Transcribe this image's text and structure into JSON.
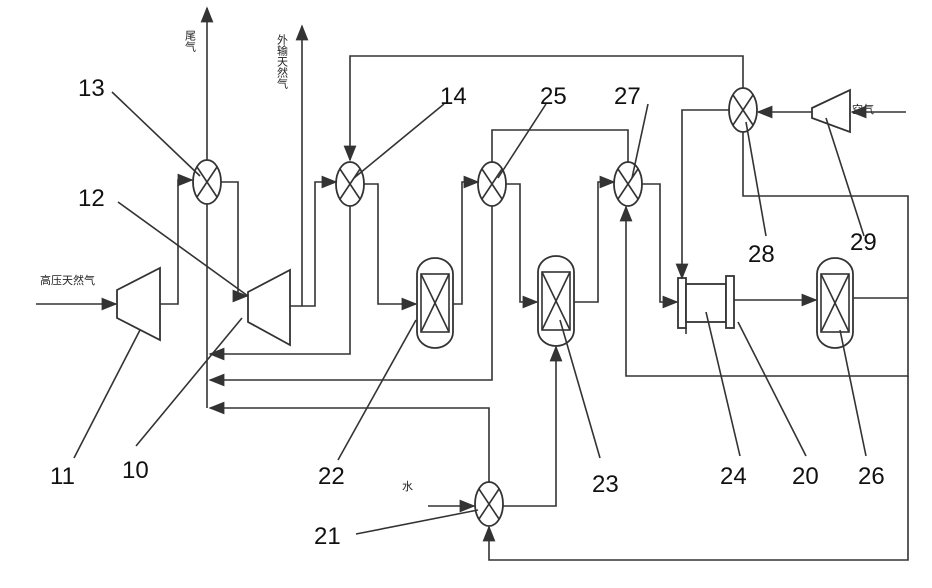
{
  "labels": {
    "exhaust_top": "尾气",
    "export_gas": "外输天然气",
    "air": "空气",
    "hp_gas": "高压天然气",
    "water": "水"
  },
  "numbers": {
    "n10": "10",
    "n11": "11",
    "n12": "12",
    "n13": "13",
    "n14": "14",
    "n20": "20",
    "n21": "21",
    "n22": "22",
    "n23": "23",
    "n24": "24",
    "n25": "25",
    "n26": "26",
    "n27": "27",
    "n28": "28",
    "n29": "29"
  }
}
